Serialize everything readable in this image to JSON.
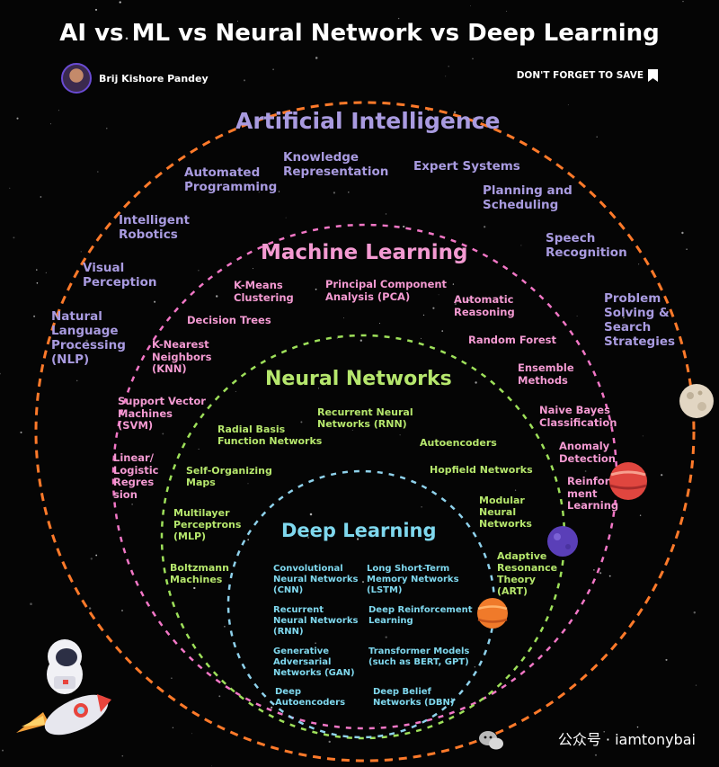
{
  "title": "AI vs ML vs Neural Network vs Deep Learning",
  "author": "Brij Kishore Pandey",
  "save_note": "DON'T FORGET TO SAVE",
  "watermark": "公众号 · iamtonybai",
  "colors": {
    "ai": "#a99be0",
    "ai_ring": "#ff7a2a",
    "ml": "#f49ad2",
    "ml_ring": "#f277c6",
    "nn": "#b6e76d",
    "nn_ring": "#9ee05a",
    "dl": "#7fd8ee",
    "dl_ring": "#8fd2ec"
  },
  "sections": {
    "ai": {
      "title": "Artificial Intelligence",
      "items": [
        "Automated\nProgramming",
        "Knowledge\nRepresentation",
        "Expert Systems",
        "Planning and\nScheduling",
        "Intelligent\nRobotics",
        "Speech\nRecognition",
        "Visual\nPerception",
        "Natural\nLanguage\nProcessing\n(NLP)",
        "Problem\nSolving &\nSearch\nStrategies"
      ]
    },
    "ml": {
      "title": "Machine Learning",
      "items": [
        "K-Means\nClustering",
        "Principal Component\nAnalysis (PCA)",
        "Automatic\nReasoning",
        "Decision Trees",
        "Random Forest",
        "K-Nearest\nNeighbors\n(KNN)",
        "Ensemble\nMethods",
        "Support Vector\nMachines\n(SVM)",
        "Naive Bayes\nClassification",
        "Anomaly\nDetection",
        "Linear/\nLogistic\nRegres\nsion",
        "Reinfor\nment\nLearning"
      ]
    },
    "nn": {
      "title": "Neural Networks",
      "items": [
        "Recurrent Neural\nNetworks (RNN)",
        "Radial Basis\nFunction Networks",
        "Autoencoders",
        "Self-Organizing\nMaps",
        "Hopfield Networks",
        "Multilayer\nPerceptrons\n(MLP)",
        "Modular\nNeural\nNetworks",
        "Boltzmann\nMachines",
        "Adaptive\nResonance\nTheory\n(ART)"
      ]
    },
    "dl": {
      "title": "Deep Learning",
      "items": [
        "Convolutional\nNeural Networks\n(CNN)",
        "Long Short-Term\nMemory Networks\n(LSTM)",
        "Recurrent\nNeural Networks\n(RNN)",
        "Deep Reinforcement\nLearning",
        "Generative\nAdversarial\nNetworks (GAN)",
        "Transformer Models\n(such as BERT, GPT)",
        "Deep\nAutoencoders",
        "Deep Belief\nNetworks (DBN)"
      ]
    }
  }
}
